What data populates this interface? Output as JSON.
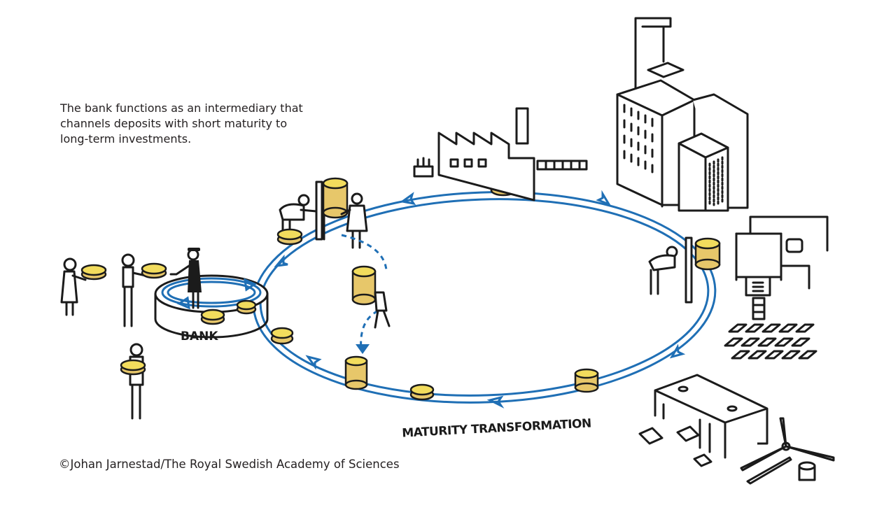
{
  "description": {
    "text": "The bank functions as an intermediary that\nchannels deposits with short maturity to\nlong-term investments."
  },
  "labels": {
    "bank": "BANK",
    "maturity_transformation": "MATURITY TRANSFORMATION"
  },
  "credit": {
    "text": "©Johan Jarnestad/The Royal Swedish Academy of Sciences"
  },
  "colors": {
    "flow_arrow": "#1f6fb5",
    "coin": "#f2dc5d",
    "ink": "#1b1b1b"
  },
  "illustration": {
    "depositors": [
      "depositor-woman",
      "depositor-man",
      "depositor-with-bag"
    ],
    "investments": [
      "factory",
      "office-buildings-with-crane",
      "machinery",
      "solar-panels",
      "industrial-plant",
      "wind-turbine"
    ],
    "flows": [
      "bank-inner-loop",
      "maturity-transformation-loop",
      "withdrawal-dashed-arrow"
    ]
  }
}
